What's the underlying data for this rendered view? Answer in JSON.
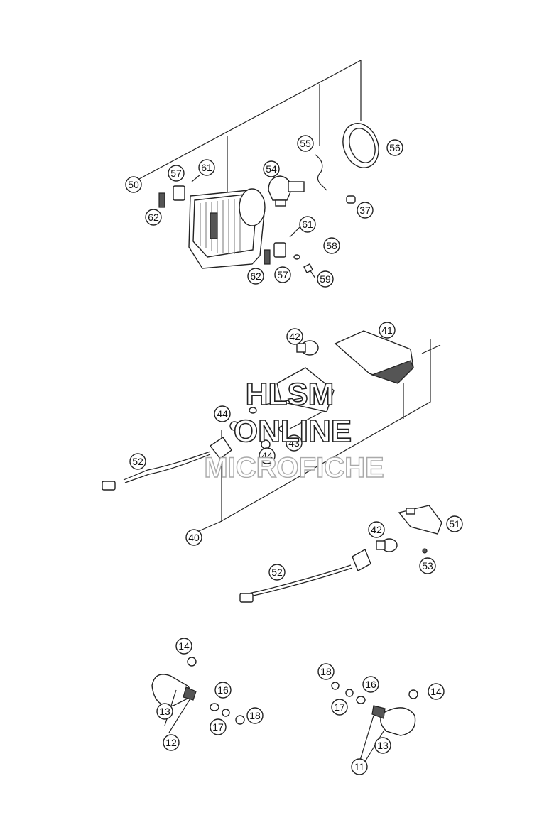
{
  "watermark": {
    "line1": "HLSM",
    "line2": "ONLINE",
    "line3": "MICROFICHE"
  },
  "callouts": {
    "c50": "50",
    "c57a": "57",
    "c61a": "61",
    "c62a": "62",
    "c54": "54",
    "c55": "55",
    "c56": "56",
    "c37": "37",
    "c61b": "61",
    "c58": "58",
    "c62b": "62",
    "c57b": "57",
    "c59": "59",
    "c42a": "42",
    "c41": "41",
    "c44a": "44",
    "c44b": "44",
    "c43": "43",
    "c52a": "52",
    "c40": "40",
    "c42b": "42",
    "c51": "51",
    "c53": "53",
    "c52b": "52",
    "c14a": "14",
    "c16a": "16",
    "c13a": "13",
    "c18a": "18",
    "c17a": "17",
    "c12": "12",
    "c18b": "18",
    "c16b": "16",
    "c14b": "14",
    "c17b": "17",
    "c13b": "13",
    "c11": "11"
  }
}
